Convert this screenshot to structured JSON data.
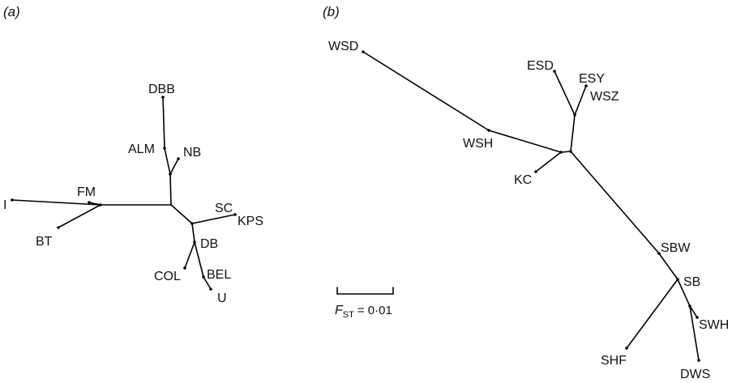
{
  "panels": {
    "a": {
      "label": "(a)",
      "taxa": [
        "DBB",
        "ALM",
        "NB",
        "FM",
        "I",
        "BT",
        "SC",
        "KPS",
        "DB",
        "COL",
        "BEL",
        "U"
      ]
    },
    "b": {
      "label": "(b)",
      "taxa": [
        "WSD",
        "ESD",
        "ESY",
        "WSZ",
        "WSH",
        "KC",
        "SBW",
        "SB",
        "SWH",
        "SHF",
        "DWS"
      ]
    }
  },
  "scale_bar": {
    "symbol": "F",
    "subscript": "ST",
    "text": "= 0·01"
  }
}
